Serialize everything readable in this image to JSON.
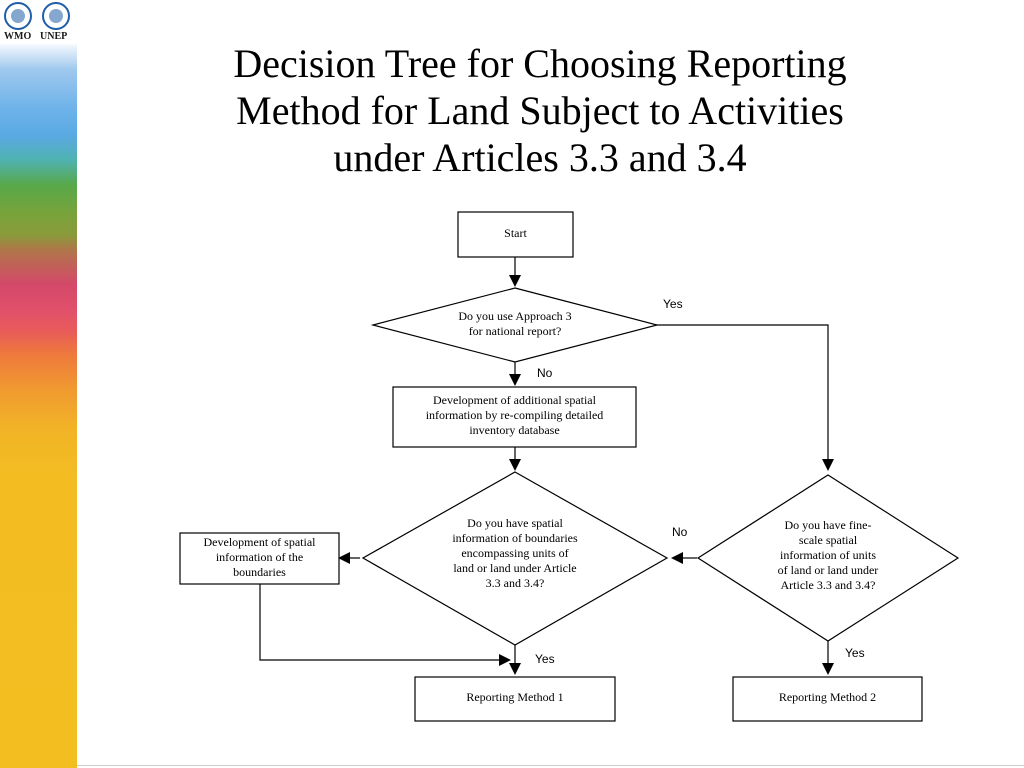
{
  "logos": {
    "left_text": "WMO",
    "right_text": "UNEP"
  },
  "title": [
    "Decision Tree for Choosing Reporting",
    "Method for Land Subject to Activities",
    "under Articles 3.3 and 3.4"
  ],
  "nodes": {
    "start": [
      "Start"
    ],
    "q_approach3": [
      "Do you use Approach 3",
      "for national report?"
    ],
    "dev_additional": [
      "Development of additional spatial",
      "information by re-compiling detailed",
      "inventory database"
    ],
    "q_boundaries": [
      "Do you have spatial",
      "information of boundaries",
      "encompassing units of",
      "land or land under Article",
      "3.3 and 3.4?"
    ],
    "q_finescale": [
      "Do you have fine-",
      "scale spatial",
      "information of units",
      "of land or land under",
      "Article 3.3 and 3.4?"
    ],
    "dev_boundaries": [
      "Development of spatial",
      "information of the",
      "boundaries"
    ],
    "method1": [
      "Reporting Method 1"
    ],
    "method2": [
      "Reporting Method 2"
    ]
  },
  "edge_labels": {
    "q_approach3_yes": "Yes",
    "q_approach3_no": "No",
    "q_finescale_no": "No",
    "q_boundaries_yes": "Yes",
    "q_finescale_yes": "Yes"
  }
}
